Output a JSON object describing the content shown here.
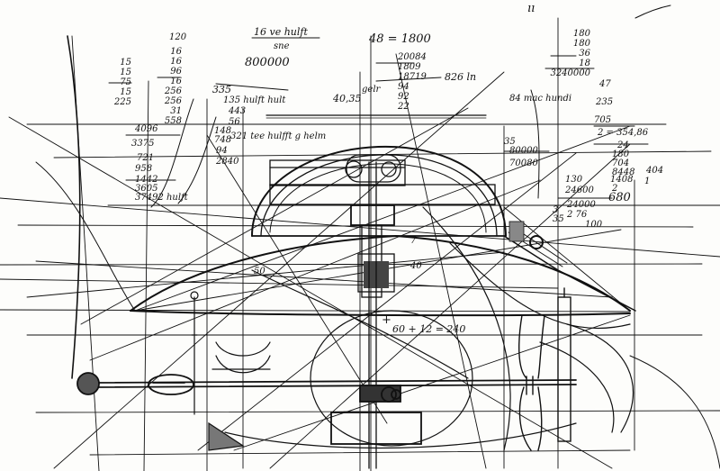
{
  "sheet": {
    "title": "Handwritten engineering sketch of a hemispherical dome vessel with calculations",
    "corner_mark": "ıı"
  },
  "notes": {
    "n_120": "120",
    "left_col_a": "15\n15\n75\n15\n225",
    "col_16": "16\n16\n96\n16\n256\n256\n31\n558",
    "n_16_ve_hult": "16 ve hulft",
    "sne": "sne",
    "n_800000": "800000",
    "n_48_1800": "48 = 1800",
    "n_rule_block": "20084\n1809\n18719\n94\n92\n22\n",
    "n_826": "826 ln",
    "n_335": "335",
    "n_135": "135 hulft hult",
    "n_443": "443",
    "n_56": "56",
    "n_148": "148",
    "n_748": "748",
    "n_40_35": "40,35",
    "gelr": "gelr",
    "n_4096": "4096",
    "n_3375": "3375",
    "n_721": "721",
    "n_958": "958",
    "n_1442": "1442",
    "n_3605": "3605",
    "n_37492": "37492 hulft",
    "n_94": "94",
    "n_2840": "2840",
    "n_321": "321 tee hulfft g helm",
    "right_180": "180\n180\n36\n18\n3240000",
    "n_84": "84 mac hundi",
    "n_47": "47",
    "n_235": "235",
    "n_3_705": "705",
    "n_354": "2 = 354,86",
    "n_35": "35",
    "n_80000": "80000",
    "n_70080": "70080",
    "n_24": "24",
    "n_180": "180",
    "n_704": "704",
    "n_8448": "8448",
    "n_404": "404",
    "n_1": "1",
    "n_130": "130",
    "n_24600": "24600",
    "n_2": "2",
    "n_1408": "1408",
    "n_680": "680",
    "n_240": "24000\n2 76",
    "n_100": "100",
    "n_3_rt": "3",
    "n_35_small": "35",
    "n_bottom_eq": "60 + 12 = 240",
    "n_50": "50",
    "n_plus": "+",
    "n_7_label": "7",
    "n_40": "40"
  }
}
